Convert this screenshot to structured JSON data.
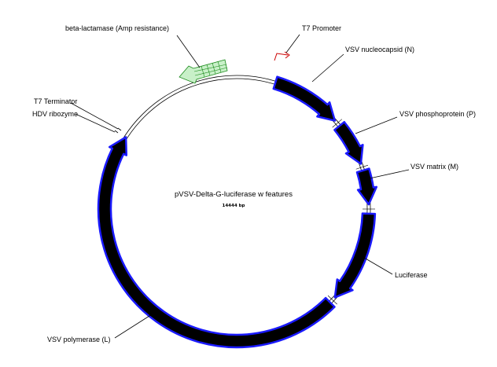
{
  "plasmid": {
    "name": "pVSV-Delta-G-luciferase w features",
    "length": "14444 bp"
  },
  "features": {
    "t7_promoter": "T7 Promoter",
    "vsv_n": "VSV nucleocapsid (N)",
    "vsv_p": "VSV phosphoprotein (P)",
    "vsv_m": "VSV matrix (M)",
    "luciferase": "Luciferase",
    "vsv_l": "VSV polymerase (L)",
    "hdv_ribozyme": "HDV ribozyme",
    "t7_terminator": "T7 Terminator",
    "beta_lactamase": "beta-lactamase (Amp resistance)"
  },
  "colors": {
    "gene_fill": "#000000",
    "gene_outline": "#1a1aff",
    "amp_fill": "#c8f0c8",
    "amp_stroke": "#1a8a1a",
    "promoter": "#cc0000",
    "backbone": "#000000"
  }
}
